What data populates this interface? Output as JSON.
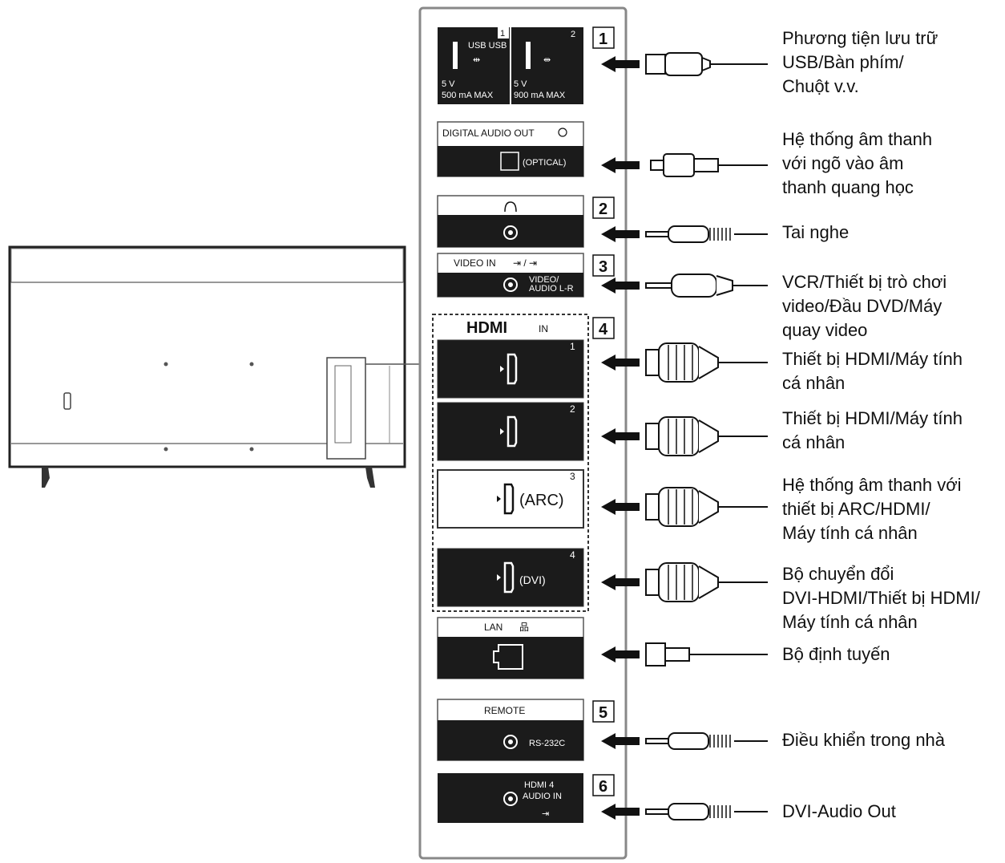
{
  "panel": {
    "usb": {
      "label": "USB USB",
      "port1_num": "1",
      "port2_num": "2",
      "port1_volt": "5 V",
      "port1_rating": "500 mA MAX",
      "port2_volt": "5 V",
      "port2_rating": "900 mA MAX"
    },
    "digital_audio": {
      "label": "DIGITAL AUDIO OUT",
      "sub": "(OPTICAL)"
    },
    "video_in": {
      "label": "VIDEO IN",
      "sub1": "VIDEO/",
      "sub2": "AUDIO L-R"
    },
    "hdmi": {
      "label": "HDMI",
      "suffix": "IN",
      "ports": [
        {
          "num": "1",
          "tag": ""
        },
        {
          "num": "2",
          "tag": ""
        },
        {
          "num": "3",
          "tag": "(ARC)"
        },
        {
          "num": "4",
          "tag": "(DVI)"
        }
      ]
    },
    "lan": {
      "label": "LAN"
    },
    "remote": {
      "label": "REMOTE",
      "sub": "RS-232C"
    },
    "hdmi4_audio": {
      "line1": "HDMI 4",
      "line2": "AUDIO IN"
    },
    "box_numbers": [
      "1",
      "2",
      "3",
      "4",
      "5",
      "6"
    ]
  },
  "devices": [
    {
      "lines": [
        "Phương tiện lưu trữ",
        "USB/Bàn phím/",
        "Chuột v.v."
      ]
    },
    {
      "lines": [
        "Hệ thống âm thanh",
        "với ngõ vào âm",
        "thanh quang học"
      ]
    },
    {
      "lines": [
        "Tai nghe"
      ]
    },
    {
      "lines": [
        "VCR/Thiết bị trò chơi",
        "video/Đầu DVD/Máy",
        "quay video"
      ]
    },
    {
      "lines": [
        "Thiết bị HDMI/Máy tính",
        "cá nhân"
      ]
    },
    {
      "lines": [
        "Thiết bị HDMI/Máy tính",
        "cá nhân"
      ]
    },
    {
      "lines": [
        "Hệ thống âm thanh với",
        "thiết bị ARC/HDMI/",
        "Máy tính cá nhân"
      ]
    },
    {
      "lines": [
        "Bộ chuyển đổi",
        "DVI-HDMI/Thiết bị HDMI/",
        "Máy tính cá nhân"
      ]
    },
    {
      "lines": [
        "Bộ định tuyến"
      ]
    },
    {
      "lines": [
        "Điều khiển trong nhà"
      ]
    },
    {
      "lines": [
        "DVI-Audio Out"
      ]
    }
  ]
}
